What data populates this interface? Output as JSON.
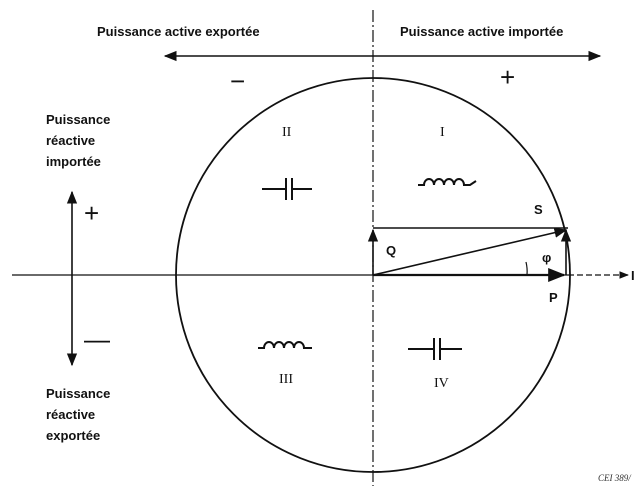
{
  "header": {
    "exported_active": "Puissance active exportée",
    "imported_active": "Puissance active importée",
    "minus_sign": "−",
    "plus_sign": "+"
  },
  "left_axis": {
    "imported_reactive": [
      "Puissance",
      "réactive",
      "importée"
    ],
    "exported_reactive": [
      "Puissance",
      "réactive",
      "exportée"
    ],
    "plus_sign": "+",
    "minus_sign": "—"
  },
  "quadrants": {
    "q1": "I",
    "q2": "II",
    "q3": "III",
    "q4": "IV"
  },
  "vectors": {
    "s": "S",
    "q": "Q",
    "p": "P",
    "phi": "φ",
    "axis_end": "I"
  },
  "footer": {
    "reference": "CEI 389/"
  },
  "colors": {
    "stroke": "#111111",
    "background": "#ffffff"
  }
}
